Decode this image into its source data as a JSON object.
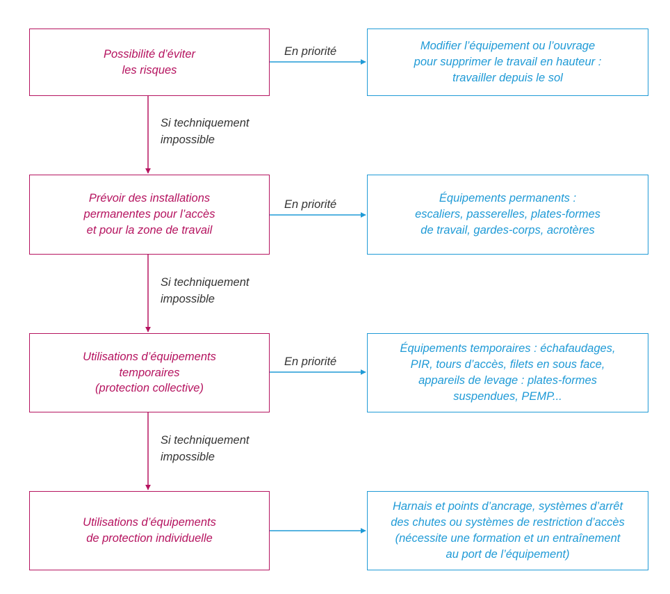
{
  "steps": [
    {
      "action": [
        "Possibilité d’éviter",
        "les risques"
      ],
      "edge_label": "En priorité",
      "result": [
        "Modifier l’équipement ou l’ouvrage",
        "pour supprimer le travail en hauteur :",
        "travailler depuis le sol"
      ]
    },
    {
      "action": [
        "Prévoir des installations",
        "permanentes pour l’accès",
        "et pour la zone de travail"
      ],
      "edge_label": "En priorité",
      "result": [
        "Équipements permanents :",
        "escaliers, passerelles, plates-formes",
        "de travail, gardes-corps, acrotères"
      ]
    },
    {
      "action": [
        "Utilisations d’équipements",
        "temporaires",
        "(protection collective)"
      ],
      "edge_label": "En priorité",
      "result": [
        "Équipements temporaires : échafaudages,",
        "PIR, tours d’accès, filets en sous face,",
        "appareils de levage : plates-formes",
        "suspendues, PEMP..."
      ]
    },
    {
      "action": [
        "Utilisations d’équipements",
        "de protection individuelle"
      ],
      "result": [
        "Harnais et points d’ancrage, systèmes d’arrêt",
        "des chutes ou systèmes de restriction d’accès",
        "(nécessite une formation et un entraînement",
        "au port de l’équipement)"
      ]
    }
  ],
  "fallback_labels": [
    [
      "Si techniquement",
      "impossible"
    ],
    [
      "Si techniquement",
      "impossible"
    ],
    [
      "Si techniquement",
      "impossible"
    ]
  ],
  "colors": {
    "primary": "#b5135f",
    "secondary": "#1f9ad6",
    "label_text": "#333333"
  }
}
